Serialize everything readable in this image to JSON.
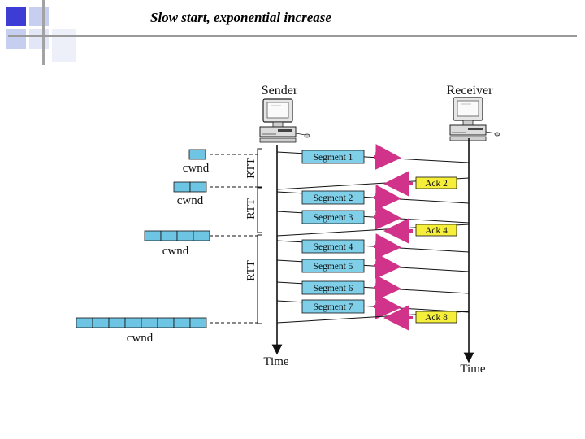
{
  "slide": {
    "title": "Slow start, exponential increase",
    "accent_colors": {
      "blue_square": "#3d3dd6",
      "light_square": "#c7cff0",
      "gray_bar": "#a3a3a3"
    }
  },
  "diagram": {
    "sender_label": "Sender",
    "receiver_label": "Receiver",
    "time_label_sender": "Time",
    "time_label_receiver": "Time",
    "rtt_labels": [
      "RTT",
      "RTT",
      "RTT"
    ],
    "cwnd_label": "cwnd",
    "cwnd_windows": [
      {
        "label": "cwnd",
        "cells": 1
      },
      {
        "label": "cwnd",
        "cells": 2
      },
      {
        "label": "cwnd",
        "cells": 4
      },
      {
        "label": "cwnd",
        "cells": 8
      }
    ],
    "segments": [
      "Segment 1",
      "Segment 2",
      "Segment 3",
      "Segment 4",
      "Segment 5",
      "Segment 6",
      "Segment 7"
    ],
    "acks": [
      "Ack 2",
      "Ack 4",
      "Ack 8"
    ],
    "colors": {
      "segment_fill": "#7fcfe8",
      "ack_fill": "#f5ee3a",
      "arrow": "#d1328a",
      "cell_fill": "#6ec5e3",
      "line": "#111111"
    },
    "icons": [
      "computer-icon",
      "computer-icon"
    ]
  }
}
